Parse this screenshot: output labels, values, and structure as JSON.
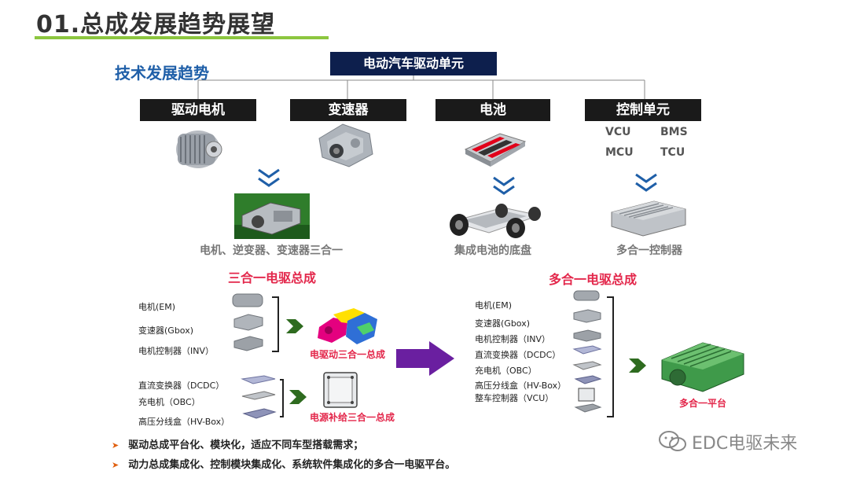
{
  "header": {
    "title": "01.总成发展趋势展望",
    "subtitle": "技术发展趋势"
  },
  "diagram": {
    "root": "电动汽车驱动单元",
    "categories": [
      "驱动电机",
      "变速器",
      "电池",
      "控制单元"
    ],
    "control_abbr": [
      "VCU",
      "BMS",
      "MCU",
      "TCU"
    ],
    "integration_labels": [
      "电机、逆变器、变速器三合一",
      "集成电池的底盘",
      "多合一控制器"
    ]
  },
  "three_in_one": {
    "title": "三合一电驱总成",
    "group1_items": [
      "电机(EM)",
      "变速器(Gbox)",
      "电机控制器（INV）"
    ],
    "group1_result": "电驱动三合一总成",
    "group2_items": [
      "直流变换器（DCDC）",
      "充电机（OBC）",
      "高压分线盒（HV-Box）"
    ],
    "group2_result": "电源补给三合一总成"
  },
  "multi_in_one": {
    "title": "多合一电驱总成",
    "items": [
      "电机(EM)",
      "变速器(Gbox)",
      "电机控制器（INV）",
      "直流变换器（DCDC）",
      "充电机（OBC）",
      "高压分线盒（HV-Box）",
      "整车控制器（VCU）"
    ],
    "result": "多合一平台"
  },
  "bullets": [
    "驱动总成平台化、模块化，适应不同车型搭载需求；",
    "动力总成集成化、控制模块集成化、系统软件集成化的多合一电驱平台。"
  ],
  "watermark": "EDC电驱未来",
  "colors": {
    "accent_green": "#8cc63f",
    "title_blue": "#1f5fa8",
    "highlight_red": "#e3274b",
    "arrow_purple": "#6a1fa0",
    "arrow_green": "#2e6b1f"
  }
}
